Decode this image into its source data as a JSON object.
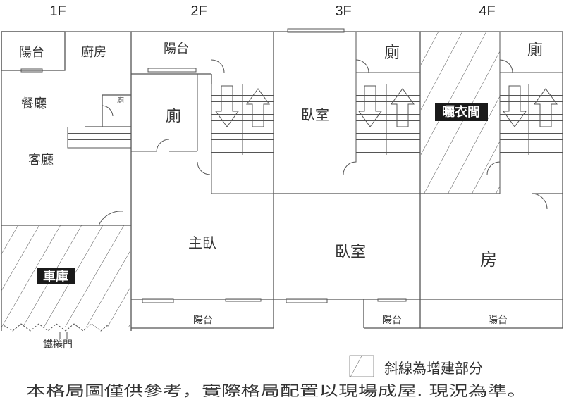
{
  "floors": {
    "f1": "1F",
    "f2": "2F",
    "f3": "3F",
    "f4": "4F"
  },
  "rooms": {
    "f1_balcony": "陽台",
    "f1_kitchen": "廚房",
    "f1_dining": "餐廳",
    "f1_wc": "廁",
    "f1_living": "客廳",
    "f1_garage": "車庫",
    "f1_shutter": "鐵捲門",
    "f2_balcony_top": "陽台",
    "f2_wc": "廁",
    "f2_master": "主臥",
    "f2_balcony_bottom": "陽台",
    "f3_bedroom_top": "臥室",
    "f3_wc": "廁",
    "f3_bedroom_bottom": "臥室",
    "f3_balcony": "陽台",
    "f4_closet": "曬衣間",
    "f4_wc": "廁",
    "f4_room": "房",
    "f4_balcony": "陽台"
  },
  "legend": {
    "hatch_label": "斜線為增建部分"
  },
  "footer": {
    "disclaimer": "本格局圖僅供參考，實際格局配置以現場成屋. 現況為準。"
  },
  "colors": {
    "line": "#555555",
    "label_bg": "#1a1a1a",
    "label_fg": "#ffffff"
  }
}
